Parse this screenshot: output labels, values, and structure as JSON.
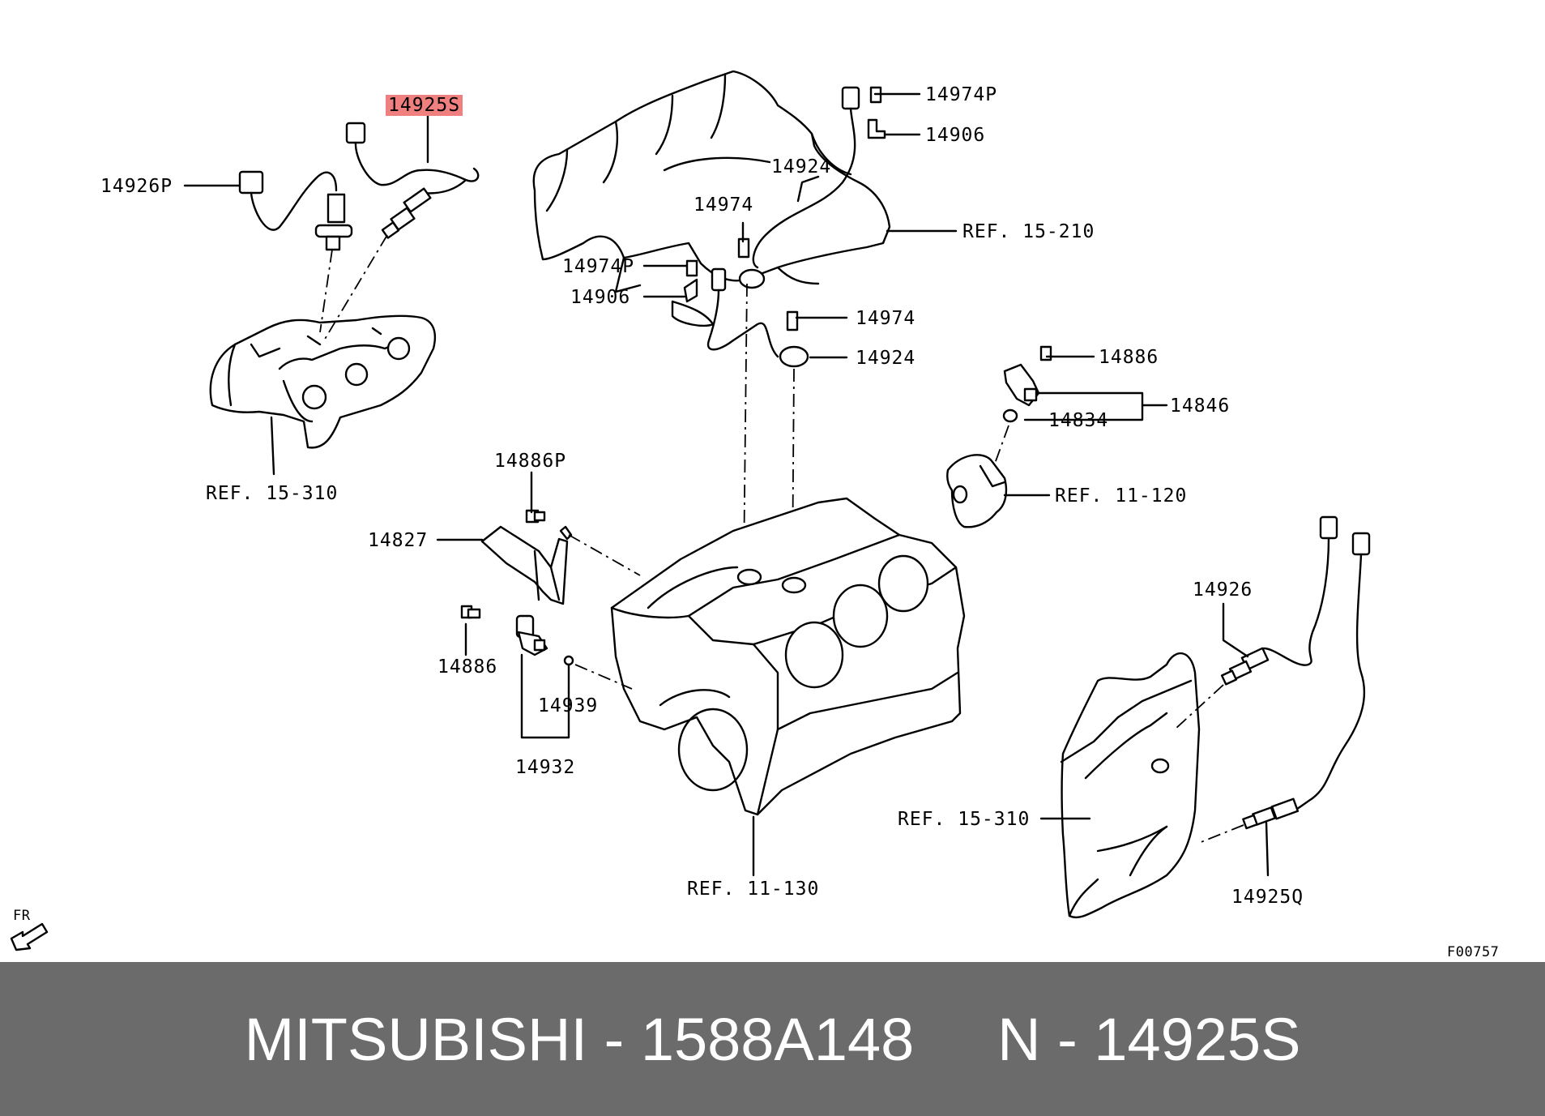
{
  "callouts": [
    {
      "id": "c1",
      "text": "14925S",
      "highlight": true
    },
    {
      "id": "c2",
      "text": "14926P"
    },
    {
      "id": "c3",
      "text": "14974P"
    },
    {
      "id": "c4",
      "text": "14906"
    },
    {
      "id": "c5",
      "text": "14924"
    },
    {
      "id": "c6",
      "text": "14974"
    },
    {
      "id": "c7",
      "text": "REF. 15-210"
    },
    {
      "id": "c8",
      "text": "14974P"
    },
    {
      "id": "c9",
      "text": "14906"
    },
    {
      "id": "c10",
      "text": "14974"
    },
    {
      "id": "c11",
      "text": "14924"
    },
    {
      "id": "c12",
      "text": "14886"
    },
    {
      "id": "c13",
      "text": "14846"
    },
    {
      "id": "c14",
      "text": "14834"
    },
    {
      "id": "c15",
      "text": "REF. 15-310"
    },
    {
      "id": "c16",
      "text": "REF. 11-120"
    },
    {
      "id": "c17",
      "text": "14886P"
    },
    {
      "id": "c18",
      "text": "14827"
    },
    {
      "id": "c19",
      "text": "14886"
    },
    {
      "id": "c20",
      "text": "14939"
    },
    {
      "id": "c21",
      "text": "14932"
    },
    {
      "id": "c22",
      "text": "14926"
    },
    {
      "id": "c23",
      "text": "REF. 15-310"
    },
    {
      "id": "c24",
      "text": "REF. 11-130"
    },
    {
      "id": "c25",
      "text": "14925Q"
    },
    {
      "id": "c26",
      "text": "FR"
    },
    {
      "id": "c27",
      "text": "F00757"
    }
  ],
  "footer": {
    "brand": "MITSUBISHI",
    "part_number": "1588A148",
    "ref_prefix": "N",
    "ref_number": "14925S"
  },
  "colors": {
    "highlight": "#f08080",
    "footer_bg": "#6b6b6b",
    "footer_text": "#ffffff"
  }
}
